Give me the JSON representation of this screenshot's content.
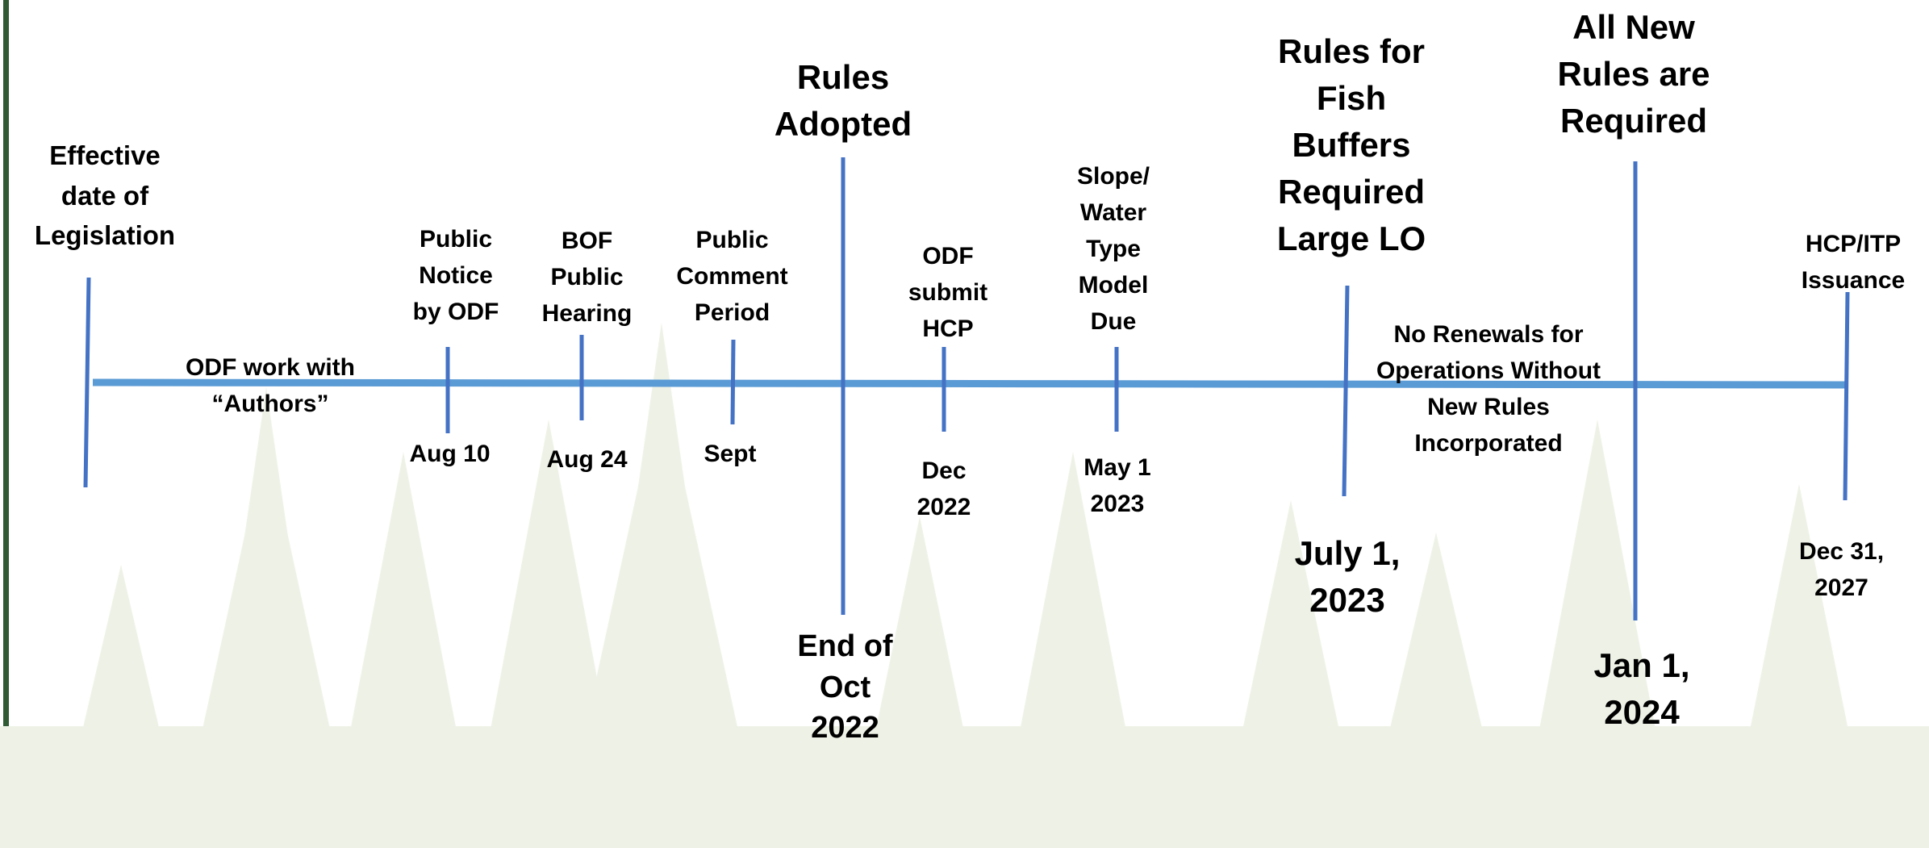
{
  "slide": {
    "accent_color": "#4472c4",
    "timeline_color": "#5b9bd5",
    "sidebar_color": "#2f5a34",
    "background_art": "faint-evergreen-tree-silhouettes"
  },
  "milestones": [
    {
      "id": "legislation",
      "top": "Effective\ndate  of\nLegislation",
      "bottom": ""
    },
    {
      "id": "public-notice",
      "top": "Public\nNotice\nby ODF",
      "bottom": "Aug 10"
    },
    {
      "id": "bof-hearing",
      "top": "BOF\nPublic\nHearing",
      "bottom": "Aug 24"
    },
    {
      "id": "comment-period",
      "top": "Public\nComment\nPeriod",
      "bottom": "Sept"
    },
    {
      "id": "rules-adopted",
      "top": "Rules\nAdopted",
      "bottom": "End of\nOct\n2022"
    },
    {
      "id": "odf-hcp",
      "top": "ODF\nsubmit\nHCP",
      "bottom": "Dec\n2022"
    },
    {
      "id": "slope-model",
      "top": "Slope/\nWater\nType\nModel\nDue",
      "bottom": "May 1\n2023"
    },
    {
      "id": "fish-buffers",
      "top": "Rules for\nFish\nBuffers\nRequired\nLarge LO",
      "bottom": "July 1,\n2023"
    },
    {
      "id": "all-new-rules",
      "top": "All New\nRules are\nRequired",
      "bottom": "Jan 1,\n2024"
    },
    {
      "id": "hcp-itp",
      "top": "HCP/ITP\nIssuance",
      "bottom": "Dec 31,\n2027"
    }
  ],
  "annotations": {
    "odf_authors": "ODF work with\n“Authors”",
    "no_renewals": "No Renewals for\nOperations Without\nNew Rules\nIncorporated"
  }
}
